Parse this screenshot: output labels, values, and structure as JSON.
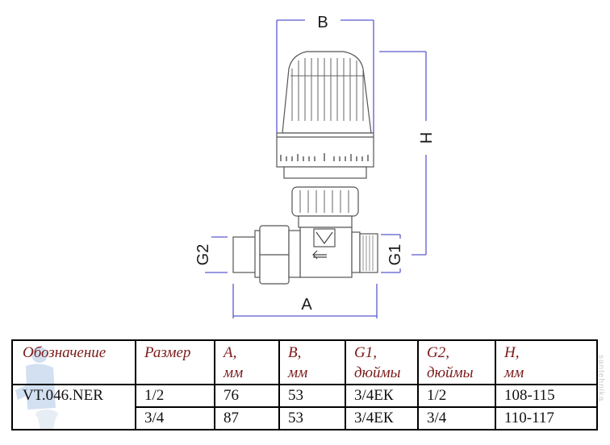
{
  "diagram": {
    "title": "VT.046.NER thermostatic radiator valve dimensions",
    "dimension_labels": {
      "B": "B",
      "H": "H",
      "A": "A",
      "G1": "G1",
      "G2": "G2"
    },
    "colors": {
      "dimension_line": "#5a5ad0",
      "outline": "#555555",
      "header_text": "#7a1a1a"
    }
  },
  "table": {
    "headers": [
      {
        "line1": "Обозначение",
        "line2": ""
      },
      {
        "line1": "Размер",
        "line2": ""
      },
      {
        "line1": "A,",
        "line2": "мм"
      },
      {
        "line1": "B,",
        "line2": "мм"
      },
      {
        "line1": "G1,",
        "line2": "дюймы"
      },
      {
        "line1": "G2,",
        "line2": "дюймы"
      },
      {
        "line1": "H,",
        "line2": "мм"
      }
    ],
    "model": "VT.046.NER",
    "rows": [
      {
        "size": "1/2",
        "A": "76",
        "B": "53",
        "G1": "3/4ЕК",
        "G2": "1/2",
        "H": "108-115"
      },
      {
        "size": "3/4",
        "A": "87",
        "B": "53",
        "G1": "3/4ЕК",
        "G2": "3/4",
        "H": "110-117"
      }
    ]
  },
  "watermark": "santehnika"
}
